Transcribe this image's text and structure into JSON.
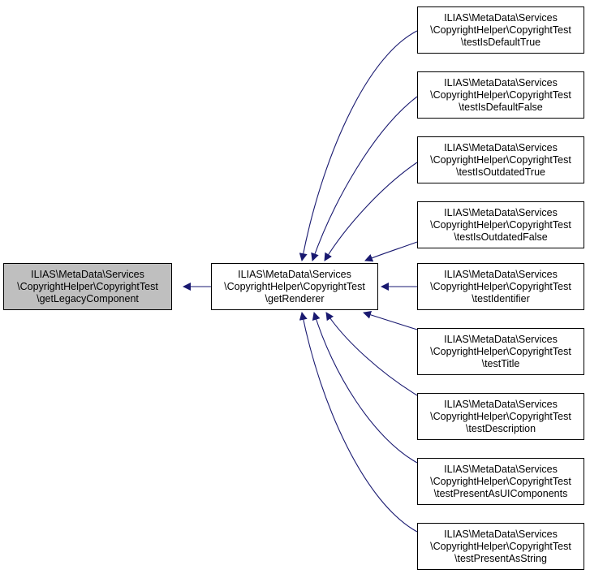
{
  "colors": {
    "edge": "#191970",
    "selected_fill": "#bfbfbf",
    "node_border": "#000000"
  },
  "nodes": {
    "get_legacy_component": {
      "line1": "ILIAS\\MetaData\\Services",
      "line2": "\\CopyrightHelper\\CopyrightTest",
      "line3": "\\getLegacyComponent"
    },
    "get_renderer": {
      "line1": "ILIAS\\MetaData\\Services",
      "line2": "\\CopyrightHelper\\CopyrightTest",
      "line3": "\\getRenderer"
    },
    "callers": [
      {
        "line1": "ILIAS\\MetaData\\Services",
        "line2": "\\CopyrightHelper\\CopyrightTest",
        "line3": "\\testIsDefaultTrue"
      },
      {
        "line1": "ILIAS\\MetaData\\Services",
        "line2": "\\CopyrightHelper\\CopyrightTest",
        "line3": "\\testIsDefaultFalse"
      },
      {
        "line1": "ILIAS\\MetaData\\Services",
        "line2": "\\CopyrightHelper\\CopyrightTest",
        "line3": "\\testIsOutdatedTrue"
      },
      {
        "line1": "ILIAS\\MetaData\\Services",
        "line2": "\\CopyrightHelper\\CopyrightTest",
        "line3": "\\testIsOutdatedFalse"
      },
      {
        "line1": "ILIAS\\MetaData\\Services",
        "line2": "\\CopyrightHelper\\CopyrightTest",
        "line3": "\\testIdentifier"
      },
      {
        "line1": "ILIAS\\MetaData\\Services",
        "line2": "\\CopyrightHelper\\CopyrightTest",
        "line3": "\\testTitle"
      },
      {
        "line1": "ILIAS\\MetaData\\Services",
        "line2": "\\CopyrightHelper\\CopyrightTest",
        "line3": "\\testDescription"
      },
      {
        "line1": "ILIAS\\MetaData\\Services",
        "line2": "\\CopyrightHelper\\CopyrightTest",
        "line3": "\\testPresentAsUIComponents"
      },
      {
        "line1": "ILIAS\\MetaData\\Services",
        "line2": "\\CopyrightHelper\\CopyrightTest",
        "line3": "\\testPresentAsString"
      }
    ]
  }
}
